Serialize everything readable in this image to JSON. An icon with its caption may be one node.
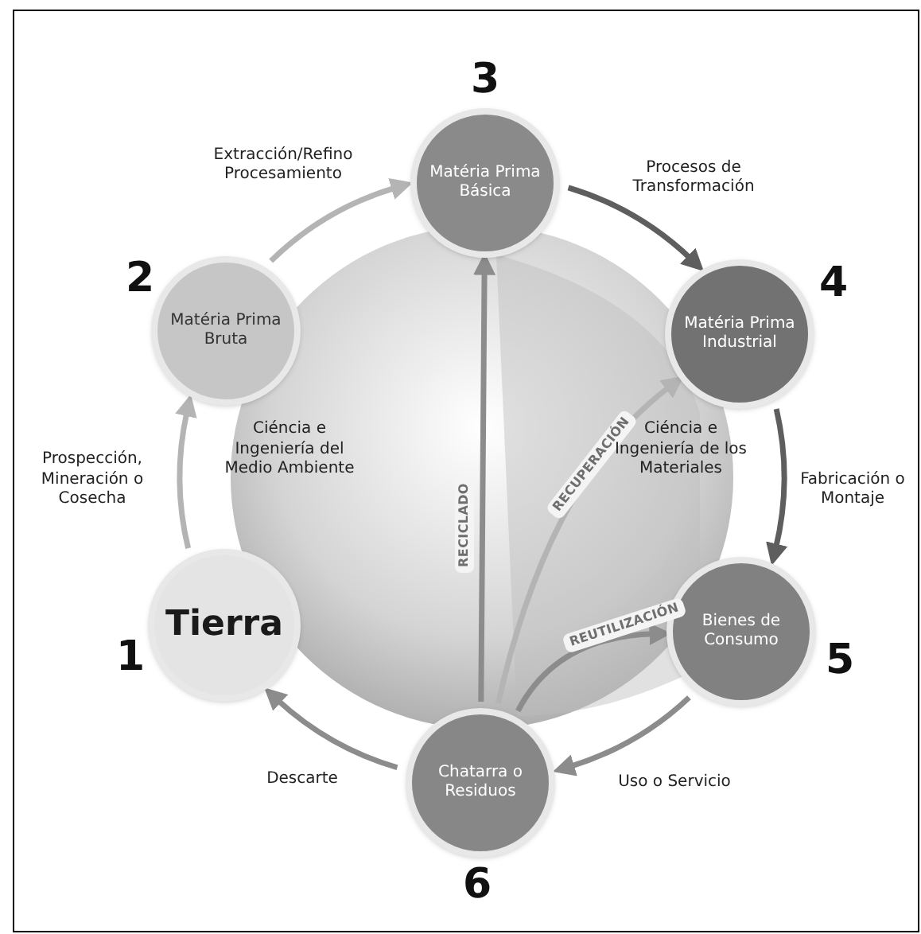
{
  "diagram": {
    "nodes": [
      {
        "text": [
          "Tierra"
        ],
        "beside": [
          "1"
        ]
      },
      {
        "text": [
          "Matéria Prima Bruta"
        ],
        "beside": [
          "2"
        ]
      },
      {
        "text": [
          "Matéria Prima Básica"
        ],
        "beside": [
          "3"
        ]
      },
      {
        "text": [
          "Matéria Prima Industrial"
        ],
        "beside": [
          "4"
        ]
      },
      {
        "text": [
          "Bienes de Consumo"
        ],
        "beside": [
          "5"
        ]
      },
      {
        "text": [
          "Chatarra o Residuos"
        ],
        "beside": [
          "6"
        ]
      }
    ],
    "edges": [
      {
        "from": 0,
        "to": 1,
        "arrow": "to",
        "label": "Prospección, Mineración o Cosecha",
        "color": "#b4b4b4"
      },
      {
        "from": 1,
        "to": 2,
        "arrow": "to",
        "label": "Extracción/Refino Procesamiento",
        "color": "#b4b4b4"
      },
      {
        "from": 2,
        "to": 3,
        "arrow": "to",
        "label": "Procesos de Transformación"
      },
      {
        "from": 3,
        "to": 4,
        "arrow": "to",
        "label": "Fabricación o Montaje"
      },
      {
        "from": 4,
        "to": 5,
        "arrow": "to",
        "label": "Uso o Servicio",
        "color": "#8c8c8c"
      },
      {
        "from": 5,
        "to": 0,
        "arrow": "to",
        "label": "Descarte",
        "color": "#8c8c8c"
      },
      {
        "from": 5,
        "to": 2,
        "arrow": "to",
        "label": "RECICLADO",
        "color": "#8c8c8c"
      },
      {
        "from": 5,
        "to": 3,
        "arrow": "to",
        "label": "RECUPERACIÓN",
        "color": "#b4b4b4"
      },
      {
        "from": 5,
        "to": 4,
        "arrow": "to",
        "label": "REUTILIZACIÓN",
        "color": "#8c8c8c"
      }
    ],
    "labels": [
      "Ciéncia e Ingeniería del Medio Ambiente",
      "Ciéncia e Ingeniería de los Materiales"
    ]
  }
}
